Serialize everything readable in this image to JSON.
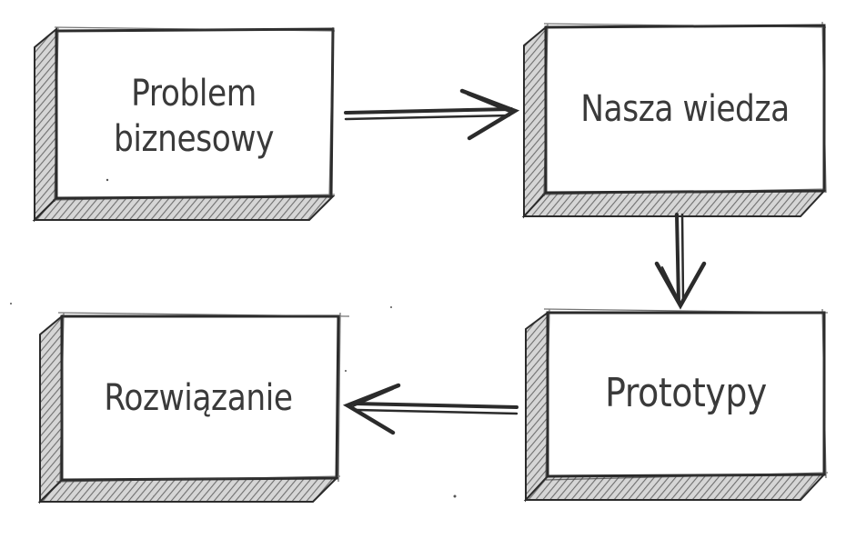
{
  "diagram": {
    "nodes": [
      {
        "id": "problem",
        "label": "Problem\nbiznesowy"
      },
      {
        "id": "knowledge",
        "label": "Nasza wiedza"
      },
      {
        "id": "prototypes",
        "label": "Prototypy"
      },
      {
        "id": "solution",
        "label": "Rozwiązanie"
      }
    ],
    "edges": [
      {
        "from": "problem",
        "to": "knowledge"
      },
      {
        "from": "knowledge",
        "to": "prototypes"
      },
      {
        "from": "prototypes",
        "to": "solution"
      }
    ],
    "colors": {
      "stroke": "#2b2b2b",
      "shade": "#8a8a8a",
      "text": "#3a3a3a"
    }
  }
}
